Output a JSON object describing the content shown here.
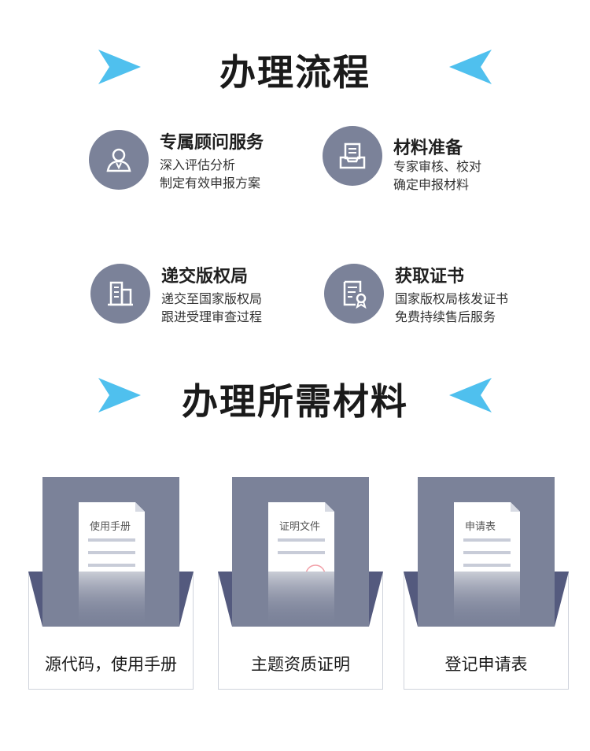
{
  "sections": {
    "process_title": "办理流程",
    "materials_title": "办理所需材料"
  },
  "colors": {
    "accent": "#4fc0ee",
    "icon_bg": "#7b8299",
    "envelope": "#545a7e"
  },
  "steps": [
    {
      "icon": "advisor-icon",
      "title": "专属顾问服务",
      "line1": "深入评估分析",
      "line2": "制定有效申报方案"
    },
    {
      "icon": "inbox-document-icon",
      "title": "材料准备",
      "line1": "专家审核、校对",
      "line2": "确定申报材料"
    },
    {
      "icon": "building-icon",
      "title": "递交版权局",
      "line1": "递交至国家版权局",
      "line2": "跟进受理审查过程"
    },
    {
      "icon": "certificate-icon",
      "title": "获取证书",
      "line1": "国家版权局核发证书",
      "line2": "免费持续售后服务"
    }
  ],
  "materials": [
    {
      "doc_label": "使用手册",
      "caption": "源代码，使用手册"
    },
    {
      "doc_label": "证明文件",
      "caption": "主题资质证明"
    },
    {
      "doc_label": "申请表",
      "caption": "登记申请表"
    }
  ]
}
